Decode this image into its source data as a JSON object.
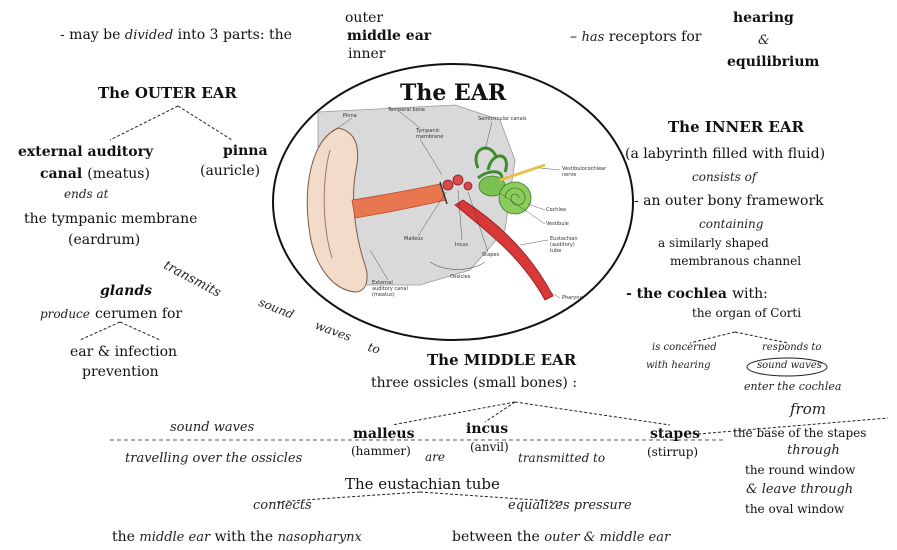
{
  "top": {
    "divided_pre": "- may be",
    "divided_word": "divided",
    "divided_post": "into 3 parts: the",
    "part_outer": "outer",
    "part_middle": "middle ear",
    "part_inner": "inner",
    "has_pre": "–",
    "has_word": "has",
    "has_post": "receptors for",
    "hearing": "hearing",
    "amp": "&",
    "equilibrium": "equilibrium"
  },
  "center": {
    "title": "The EAR",
    "anatomy_labels": [
      "Pinna",
      "Temporal bone",
      "Tympanic membrane",
      "Semicircular canals",
      "Vestibulocochlear nerve",
      "Cochlea",
      "Vestibule",
      "Eustachian (auditory) tube",
      "Pharynx",
      "External auditory canal (meatus)",
      "Malleus",
      "Incus",
      "Stapes",
      "Ossicles"
    ]
  },
  "outer": {
    "heading": "The OUTER EAR",
    "canal_1": "external auditory",
    "canal_2": "canal",
    "canal_3": "(meatus)",
    "pinna": "pinna",
    "auricle": "(auricle)",
    "ends_at": "ends at",
    "tympanic": "the tympanic membrane",
    "eardrum": "(eardrum)",
    "transmits": "transmits",
    "sound": "sound",
    "waves": "waves",
    "to": "to",
    "glands": "glands",
    "produce": "produce",
    "cerumen": "cerumen for",
    "ear_inf": "ear & infection",
    "prevention": "prevention"
  },
  "inner": {
    "heading": "The INNER EAR",
    "labyrinth": "(a labyrinth filled with fluid)",
    "consists_of": "consists of",
    "framework": "- an outer bony framework",
    "containing": "containing",
    "similarly": "a similarly shaped",
    "membranous": "membranous channel",
    "cochlea_bold": "- the cochlea",
    "cochlea_with": "with:",
    "organ": "the organ of Corti",
    "concerned": "is concerned",
    "with_hearing": "with hearing",
    "responds_to": "responds to",
    "sound_waves_oval": "sound waves",
    "enter": "enter the cochlea",
    "from": "from",
    "base": "the base of the stapes",
    "through1": "through",
    "round": "the round window",
    "leave": "& leave through",
    "oval": "the oval window"
  },
  "middle": {
    "heading": "The MIDDLE EAR",
    "ossicles": "three ossicles (small bones) :",
    "sound_waves": "sound waves",
    "travelling": "travelling over the ossicles",
    "malleus": "malleus",
    "hammer": "(hammer)",
    "are": "are",
    "incus": "incus",
    "anvil": "(anvil)",
    "transmitted": "transmitted to",
    "stapes": "stapes",
    "stirrup": "(stirrup)",
    "eustachian": "The eustachian tube",
    "connects": "connects",
    "equalizes": "equalizes pressure",
    "the1": "the",
    "middle_ear_it": "middle ear",
    "with_the": "with the",
    "nasopharynx": "nasopharynx",
    "between": "between the",
    "outer_mid": "outer & middle ear"
  }
}
